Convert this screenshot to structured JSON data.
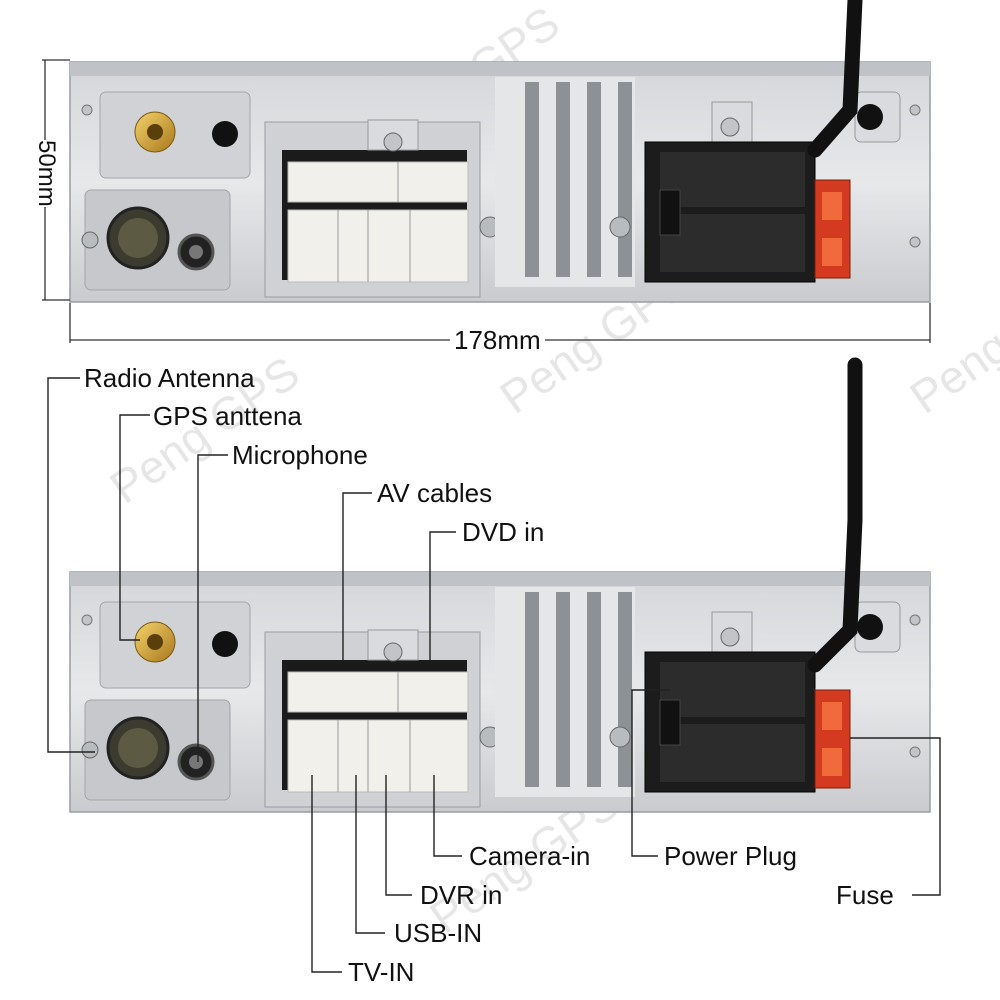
{
  "dimensions": {
    "height": "50mm",
    "width": "178mm"
  },
  "watermark": "Peng GPS",
  "labels": {
    "radio_antenna": "Radio Antenna",
    "gps_antenna": "GPS anttena",
    "microphone": "Microphone",
    "av_cables": "AV cables",
    "dvd_in": "DVD in",
    "camera_in": "Camera-in",
    "dvr_in": "DVR in",
    "usb_in": "USB-IN",
    "tv_in": "TV-IN",
    "power_plug": "Power Plug",
    "fuse": "Fuse"
  }
}
